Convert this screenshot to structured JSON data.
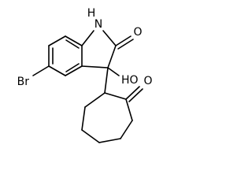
{
  "molecule": {
    "atoms": {
      "nh": "H",
      "n": "N",
      "o_lactam": "O",
      "oh": "HO",
      "br": "Br",
      "o_ketone": "O"
    }
  }
}
